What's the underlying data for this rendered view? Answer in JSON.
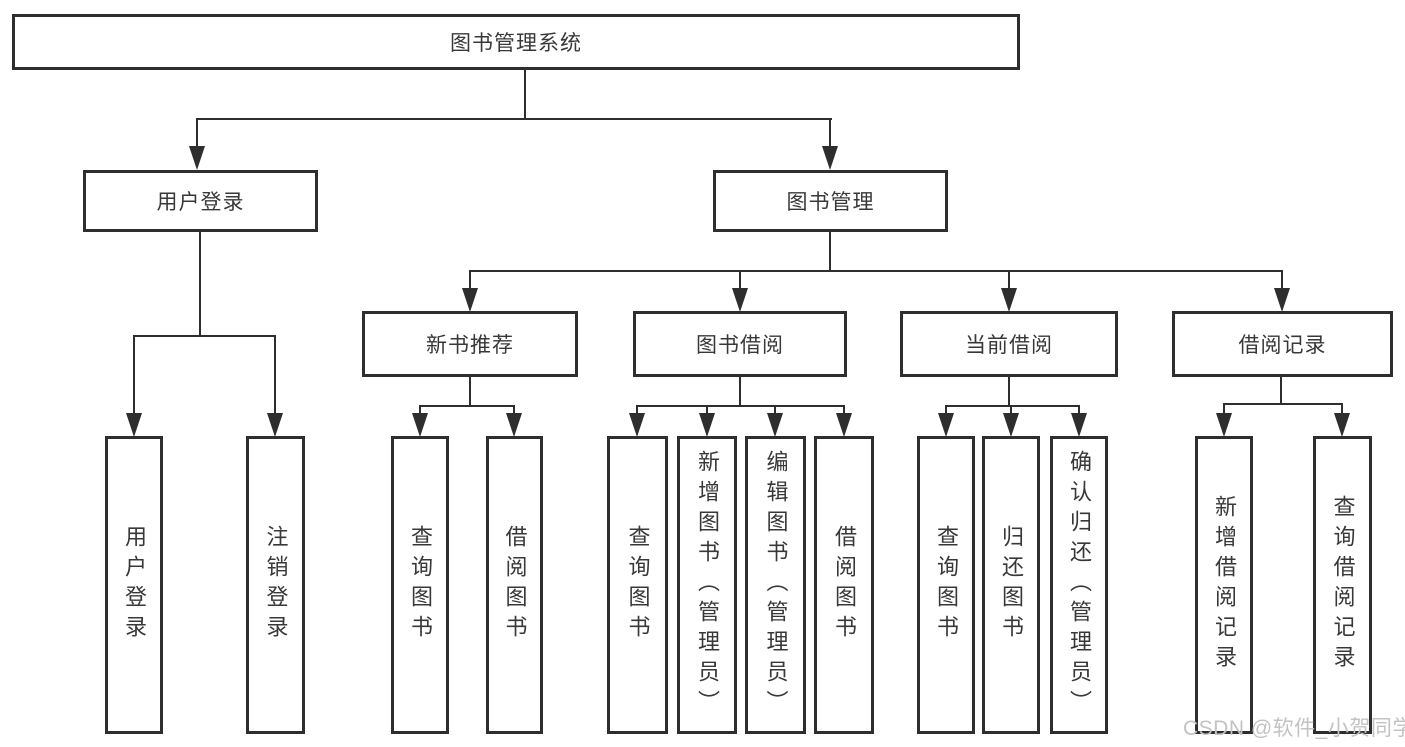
{
  "meta": {
    "background_color": "#ffffff",
    "line_color": "#2e2e2e",
    "text_color": "#383838",
    "watermark_color": "#c3c3c3"
  },
  "watermark": {
    "text": "CSDN @软件_小贺同学"
  },
  "tree": {
    "root": {
      "label": "图书管理系统"
    },
    "user": {
      "label": "用户登录",
      "children": [
        {
          "label": "用户登录"
        },
        {
          "label": "注销登录"
        }
      ]
    },
    "books": {
      "label": "图书管理",
      "groups": [
        {
          "label": "新书推荐",
          "children": [
            {
              "label": "查询图书"
            },
            {
              "label": "借阅图书"
            }
          ]
        },
        {
          "label": "图书借阅",
          "children": [
            {
              "label": "查询图书"
            },
            {
              "label": "新增图书（管理员）"
            },
            {
              "label": "编辑图书（管理员）"
            },
            {
              "label": "借阅图书"
            }
          ]
        },
        {
          "label": "当前借阅",
          "children": [
            {
              "label": "查询图书"
            },
            {
              "label": "归还图书"
            },
            {
              "label": "确认归还（管理员）"
            }
          ]
        },
        {
          "label": "借阅记录",
          "children": [
            {
              "label": "新增借阅记录"
            },
            {
              "label": "查询借阅记录"
            }
          ]
        }
      ]
    }
  }
}
